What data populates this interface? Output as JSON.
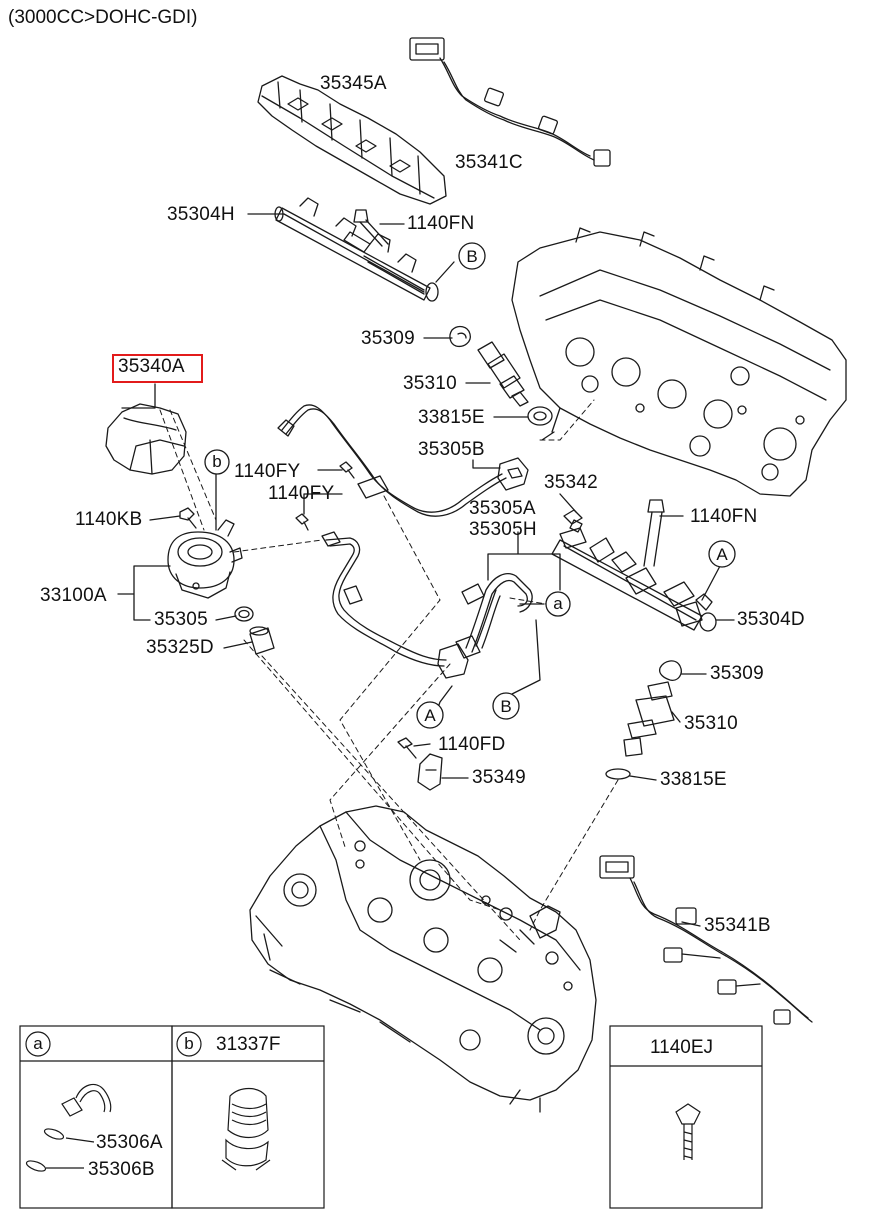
{
  "header": "(3000CC>DOHC-GDI)",
  "highlighted_part": "35340A",
  "labels": {
    "p35345A": "35345A",
    "p35341C": "35341C",
    "p35304H": "35304H",
    "p1140FN_top": "1140FN",
    "p35309_top": "35309",
    "p35310_top": "35310",
    "p33815E_top": "33815E",
    "p35340A": "35340A",
    "p1140FY_a": "1140FY",
    "p1140FY_b": "1140FY",
    "p35305B": "35305B",
    "p35342": "35342",
    "p35305A": "35305A",
    "p35305H": "35305H",
    "p1140FN_right": "1140FN",
    "p1140KB": "1140KB",
    "p33100A": "33100A",
    "p35305": "35305",
    "p35325D": "35325D",
    "p35304D": "35304D",
    "p35309_right": "35309",
    "p35310_right": "35310",
    "p1140FD": "1140FD",
    "p35349": "35349",
    "p33815E_right": "33815E",
    "p35341B": "35341B"
  },
  "callouts": {
    "B_top": "B",
    "b_pump": "b",
    "a_hose": "a",
    "A_low": "A",
    "B_low": "B",
    "A_right": "A"
  },
  "insets": {
    "a": {
      "badge": "a",
      "items": [
        "35306A",
        "35306B"
      ]
    },
    "b": {
      "badge": "b",
      "title": "31337F"
    },
    "c": {
      "title": "1140EJ"
    }
  },
  "colors": {
    "line": "#1a1a1a",
    "highlight": "#e21b1b",
    "background": "#ffffff"
  }
}
